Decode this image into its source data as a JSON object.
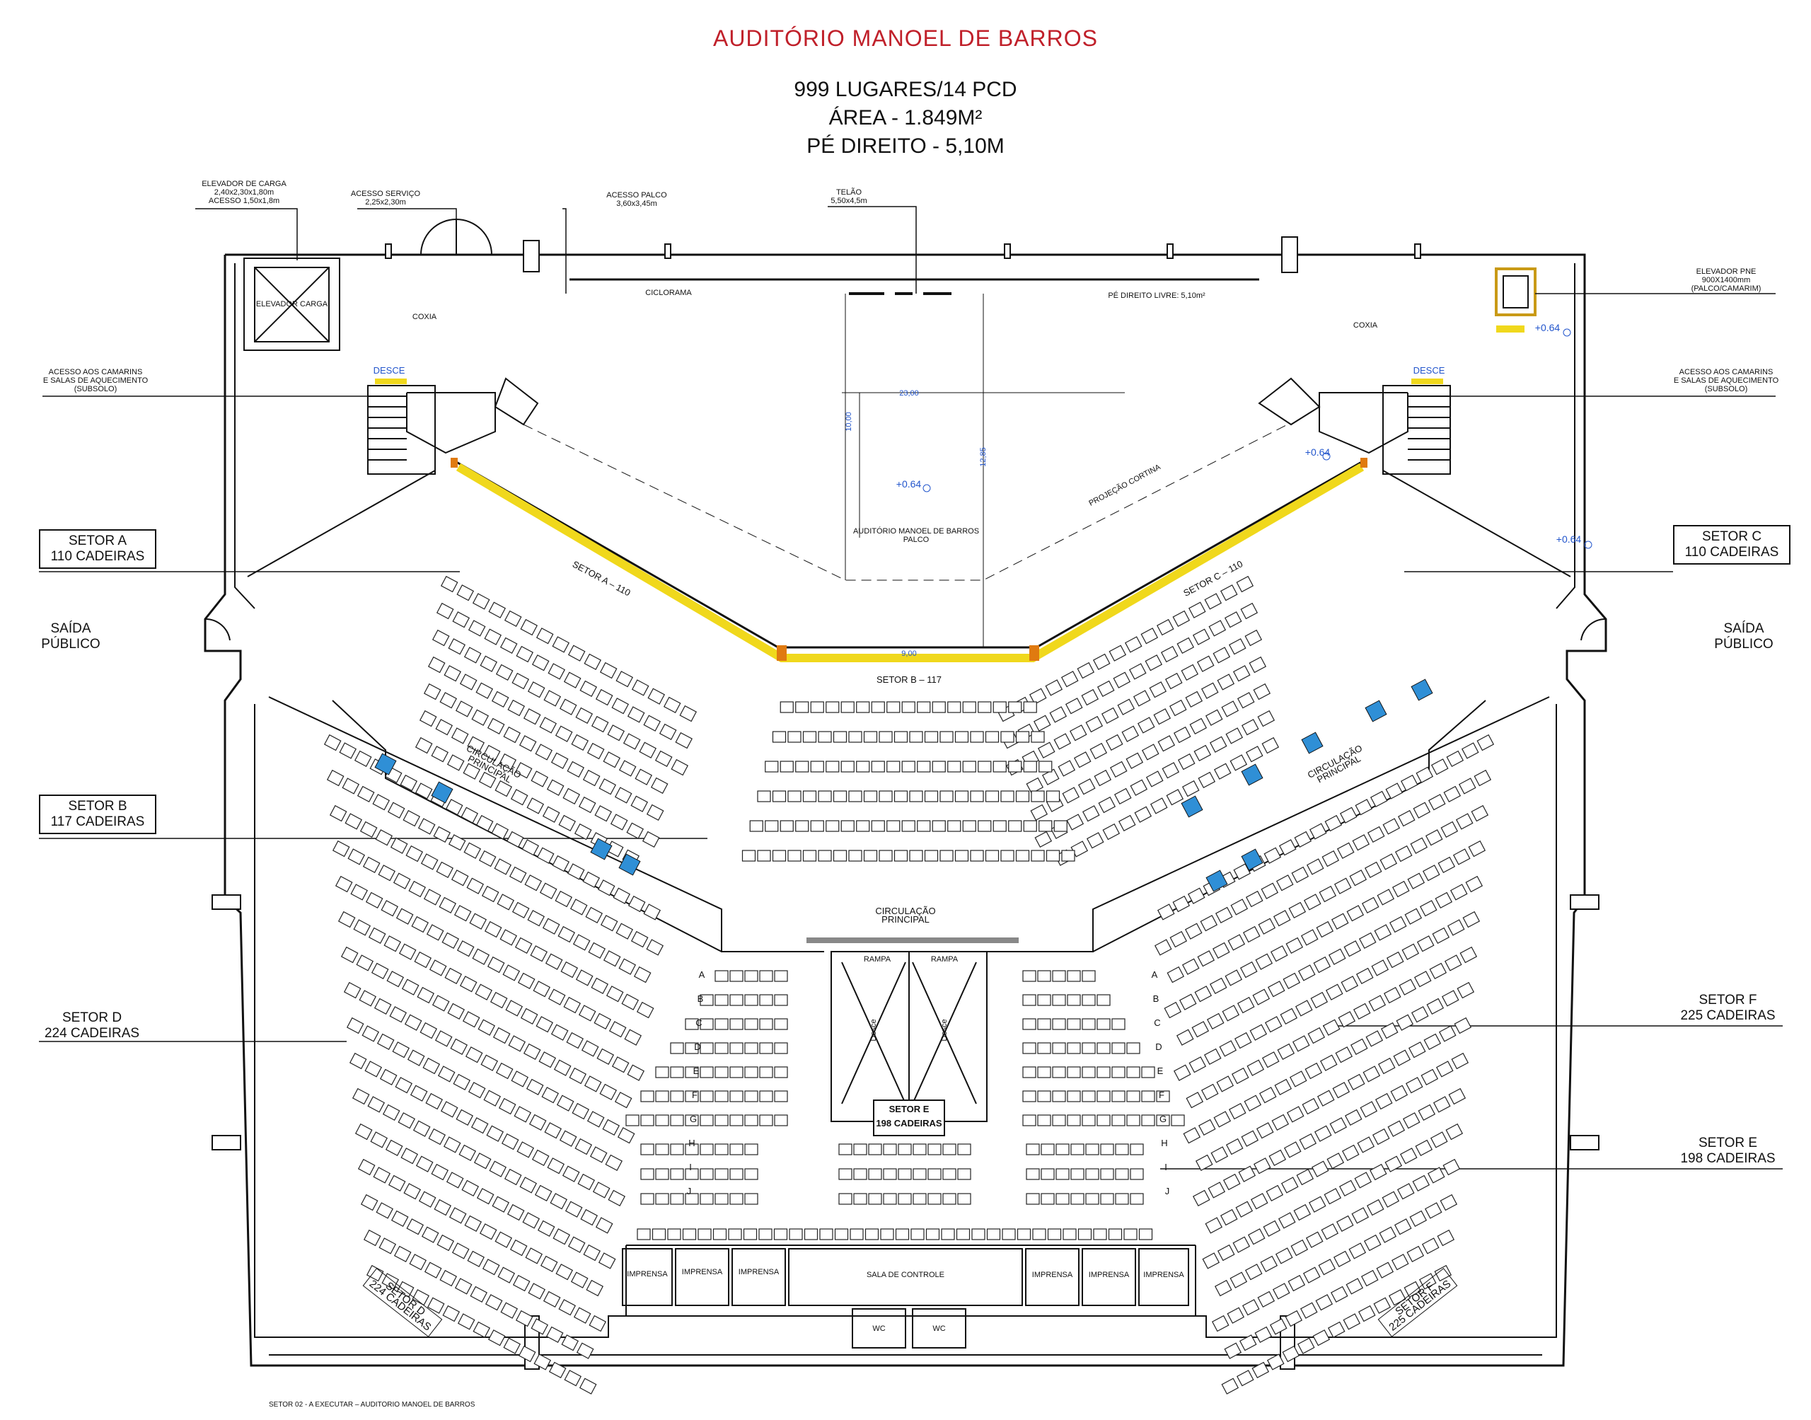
{
  "header": {
    "title": "AUDITÓRIO MANOEL DE BARROS",
    "lines": [
      "999 LUGARES/14 PCD",
      "ÁREA - 1.849M²",
      "PÉ DIREITO - 5,10M"
    ]
  },
  "sectors": {
    "a": {
      "name": "SETOR  A",
      "count": "110  CADEIRAS",
      "plan_label": "SETOR A – 110"
    },
    "b": {
      "name": "SETOR  B",
      "count": "117  CADEIRAS",
      "plan_label": "SETOR B – 117"
    },
    "c": {
      "name": "SETOR  C",
      "count": "110  CADEIRAS",
      "plan_label": "SETOR C – 110"
    },
    "d": {
      "name": "SETOR  D",
      "count": "224  CADEIRAS"
    },
    "e": {
      "name": "SETOR  E",
      "count": "198  CADEIRAS"
    },
    "f": {
      "name": "SETOR  F",
      "count": "225  CADEIRAS"
    }
  },
  "exits": {
    "label_line1": "SAÍDA",
    "label_line2": "PÚBLICO"
  },
  "stage": {
    "elevador_carga_note": [
      "ELEVADOR  DE  CARGA",
      "2,40x2,30x1,80m",
      "ACESSO  1,50x1,8m"
    ],
    "acesso_servico": [
      "ACESSO  SERVIÇO",
      "2,25x2,30m"
    ],
    "acesso_palco": [
      "ACESSO  PALCO",
      "3,60x3,45m"
    ],
    "telao": [
      "TELÃO",
      "5,50x4,5m"
    ],
    "elevador_pne": [
      "ELEVADOR  PNE",
      "900X1400mm",
      "(PALCO/CAMARIM)"
    ],
    "camarins": [
      "ACESSO  AOS  CAMARINS",
      "E  SALAS  DE  AQUECIMENTO",
      "(SUBSOLO)"
    ],
    "elevador_carga_label": "ELEVADOR  CARGA",
    "coxia": "COXIA",
    "ciclorama": "CICLORAMA",
    "pe_direito_livre": "PÉ  DIREITO  LIVRE:  5,10m²",
    "desce": "DESCE",
    "palco_label": [
      "AUDITÓRIO  MANOEL  DE  BARROS",
      "PALCO"
    ],
    "projecao": "PROJEÇÃO  CORTINA",
    "level": "+0.64",
    "dims": {
      "width": "23,00",
      "depth": "10,00",
      "depth2": "12,85",
      "front": "9,00"
    }
  },
  "circulation": "CIRCULAÇÃO  PRINCIPAL",
  "rampa": "RAMPA",
  "ramp_desce": "Desce",
  "rooms": {
    "imprensa": "IMPRENSA",
    "sala_controle": "SALA  DE  CONTROLE",
    "wc": "WC"
  },
  "row_letters": [
    "A",
    "B",
    "C",
    "D",
    "E",
    "F",
    "G",
    "H",
    "I",
    "J"
  ],
  "footer": "SETOR 02 -  A EXECUTAR  –  AUDITORIO MANOEL DE BARROS"
}
